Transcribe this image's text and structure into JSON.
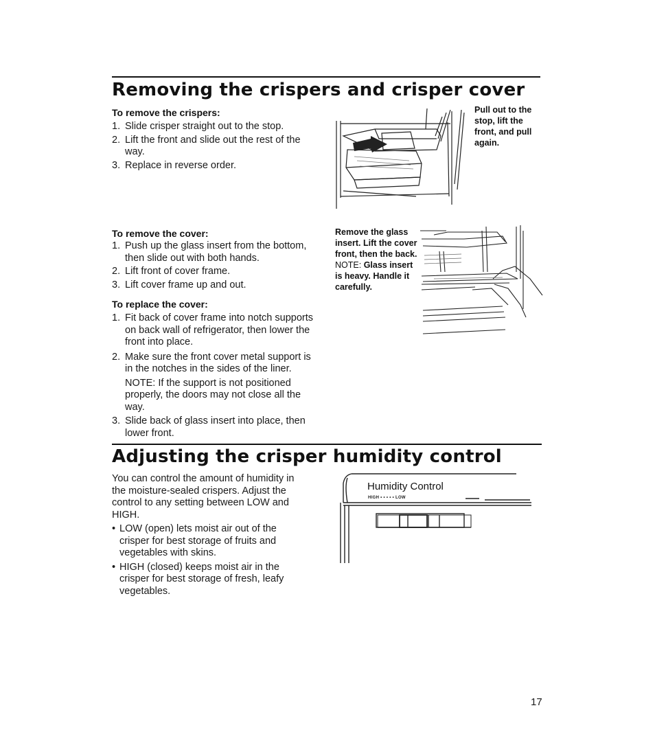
{
  "section1": {
    "title": "Removing the crispers and crisper cover",
    "crispers": {
      "heading": "To remove the crispers:",
      "steps": [
        {
          "num": "1.",
          "text": "Slide crisper straight out to the stop."
        },
        {
          "num": "2.",
          "text": "Lift the front and slide out the rest of the way."
        },
        {
          "num": "3.",
          "text": "Replace in reverse order."
        }
      ],
      "caption": "Pull out to the stop, lift the front, and pull again."
    },
    "remove_cover": {
      "heading": "To remove the cover:",
      "steps": [
        {
          "num": "1.",
          "text": "Push up the glass insert from the bottom, then slide out with both hands."
        },
        {
          "num": "2.",
          "text": "Lift front of cover frame."
        },
        {
          "num": "3.",
          "text": "Lift cover frame up and out."
        }
      ],
      "caption_a": "Remove the glass insert. Lift the cover front, then the back.",
      "caption_note_label": "NOTE:",
      "caption_b": "Glass insert is heavy. Handle it carefully."
    },
    "replace_cover": {
      "heading": "To replace the cover:",
      "step1": {
        "num": "1.",
        "text": "Fit back of cover frame into notch supports on back wall of refrigerator, then lower the front into place."
      },
      "step2": {
        "num": "2.",
        "text": "Make sure the front cover metal support is in the notches in the sides of the liner.",
        "note_label": "NOTE:",
        "note_text": "If the support is not positioned properly, the doors may not close all the way."
      },
      "step3": {
        "num": "3.",
        "text": "Slide back of glass insert into place, then lower front."
      }
    }
  },
  "section2": {
    "title": "Adjusting the crisper humidity control",
    "intro": "You can control the amount of humidity in the moisture-sealed crispers. Adjust the control to any setting between LOW and HIGH.",
    "bullets": [
      "LOW (open) lets moist air out of the crisper for best storage of fruits and vegetables with skins.",
      "HIGH (closed) keeps moist air in the crisper for best storage of fresh, leafy vegetables."
    ],
    "bullet_glyph": "•",
    "control_label": "Humidity Control",
    "control_scale": "HIGH • • • • • LOW"
  },
  "page_number": "17"
}
